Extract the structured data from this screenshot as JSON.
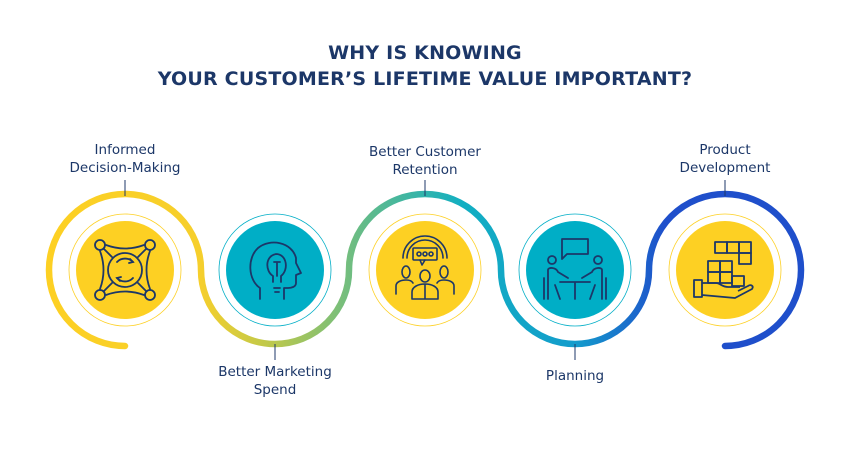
{
  "title": {
    "line1": "WHY IS KNOWING",
    "line2": "YOUR CUSTOMER’S LIFETIME VALUE IMPORTANT?"
  },
  "steps": [
    {
      "line1": "Informed",
      "line2": "Decision-Making",
      "icon": "collaboration-cycle-icon",
      "fill": "#FDD023"
    },
    {
      "line1": "Better Marketing",
      "line2": "Spend",
      "icon": "head-lightbulb-icon",
      "fill": "#00AEC6"
    },
    {
      "line1": "Better Customer",
      "line2": "Retention",
      "icon": "customer-group-chat-icon",
      "fill": "#FDD023"
    },
    {
      "line1": "Planning",
      "line2": "",
      "icon": "meeting-table-icon",
      "fill": "#00AEC6"
    },
    {
      "line1": "Product",
      "line2": "Development",
      "icon": "hand-boxes-icon",
      "fill": "#FDD023"
    }
  ],
  "colors": {
    "navy": "#1C3768",
    "yellow": "#FDD023",
    "teal": "#00AEC6",
    "green": "#7DC06F",
    "blue": "#1F4FCB"
  }
}
